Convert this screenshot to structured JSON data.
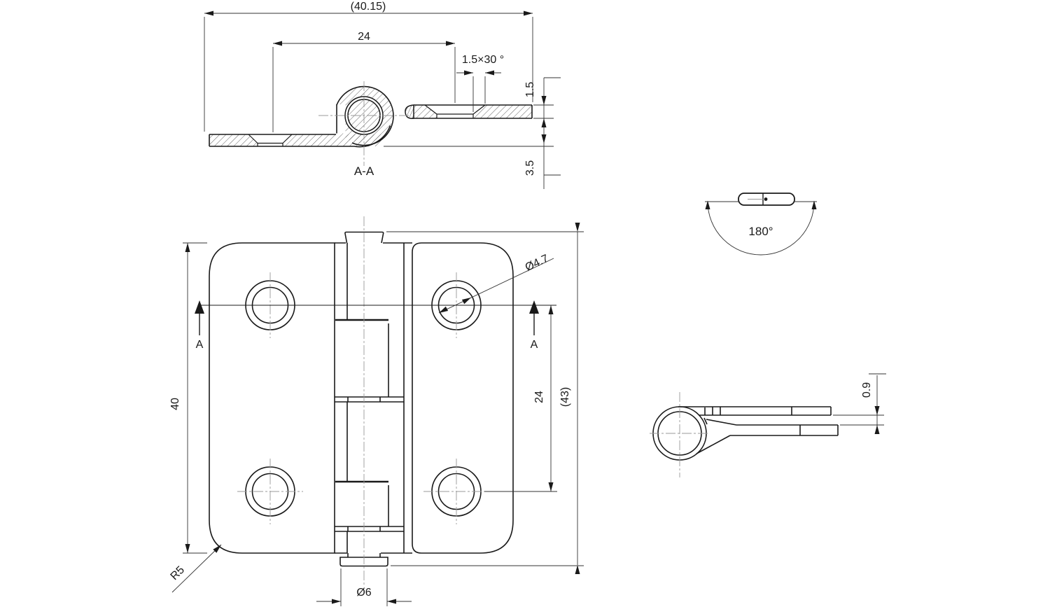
{
  "drawing": {
    "background": "#ffffff",
    "line_color": "#1a1a1a",
    "thin_line_color": "#333333",
    "centerline_color": "#999999",
    "section_view": {
      "label": "A-A",
      "dim_overall_width": "(40.15)",
      "dim_hole_spacing": "24",
      "dim_chamfer": "1.5×30 °",
      "dim_leaf_thickness": "1.5",
      "dim_leaf_offset": "3.5"
    },
    "front_view": {
      "section_arrow_left": "A",
      "section_arrow_right": "A",
      "dim_height": "40",
      "dim_hole_vertical_spacing": "24",
      "dim_overall_height": "(43)",
      "dim_hole_diameter": "Ø4.7",
      "dim_corner_radius": "R5",
      "dim_pin_diameter": "Ø6"
    },
    "opening_angle_view": {
      "dim_angle": "180°"
    },
    "side_view": {
      "dim_leaf_gap": "0.9"
    }
  }
}
